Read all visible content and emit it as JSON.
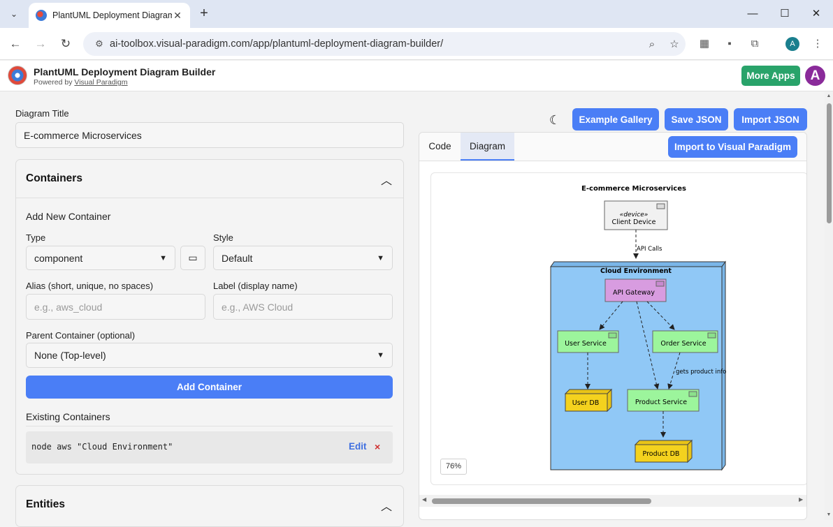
{
  "browser": {
    "tab_title": "PlantUML Deployment Diagram Builder",
    "url": "ai-toolbox.visual-paradigm.com/app/plantuml-deployment-diagram-builder/",
    "profile_initial": "A"
  },
  "app": {
    "title": "PlantUML Deployment Diagram Builder",
    "powered_by": "Powered by",
    "powered_link": "Visual Paradigm",
    "more_apps": "More Apps",
    "avatar_initial": "A"
  },
  "form": {
    "diagram_title_label": "Diagram Title",
    "diagram_title_value": "E-commerce Microservices"
  },
  "containers": {
    "title": "Containers",
    "add_new": "Add New Container",
    "type_label": "Type",
    "type_value": "component",
    "style_label": "Style",
    "style_value": "Default",
    "alias_label": "Alias (short, unique, no spaces)",
    "alias_placeholder": "e.g., aws_cloud",
    "label_label": "Label (display name)",
    "label_placeholder": "e.g., AWS Cloud",
    "parent_label": "Parent Container (optional)",
    "parent_value": "None (Top-level)",
    "add_button": "Add Container",
    "existing_title": "Existing Containers",
    "existing": [
      {
        "code": "node aws \"Cloud Environment\"",
        "edit": "Edit",
        "delete": "×"
      }
    ]
  },
  "entities": {
    "title": "Entities"
  },
  "toolbar": {
    "example_gallery": "Example Gallery",
    "save_json": "Save JSON",
    "import_json": "Import JSON"
  },
  "panel": {
    "tab_code": "Code",
    "tab_diagram": "Diagram",
    "import_vp": "Import to Visual Paradigm",
    "zoom": "76%"
  },
  "diagram": {
    "title": "E-commerce Microservices",
    "client_stereotype": "«device»",
    "client_label": "Client Device",
    "api_calls": "API Calls",
    "cloud_label": "Cloud Environment",
    "api_gateway": "API Gateway",
    "user_service": "User Service",
    "order_service": "Order Service",
    "gets_product_info": "gets product info",
    "user_db": "User DB",
    "product_service": "Product Service",
    "product_db": "Product DB"
  },
  "colors": {
    "primary": "#4a7ef6",
    "green": "#29a36a",
    "cloud_fill": "#90c8f6",
    "gateway_fill": "#d89ce0",
    "service_fill": "#9cf59c",
    "db_fill": "#f4d21e"
  }
}
